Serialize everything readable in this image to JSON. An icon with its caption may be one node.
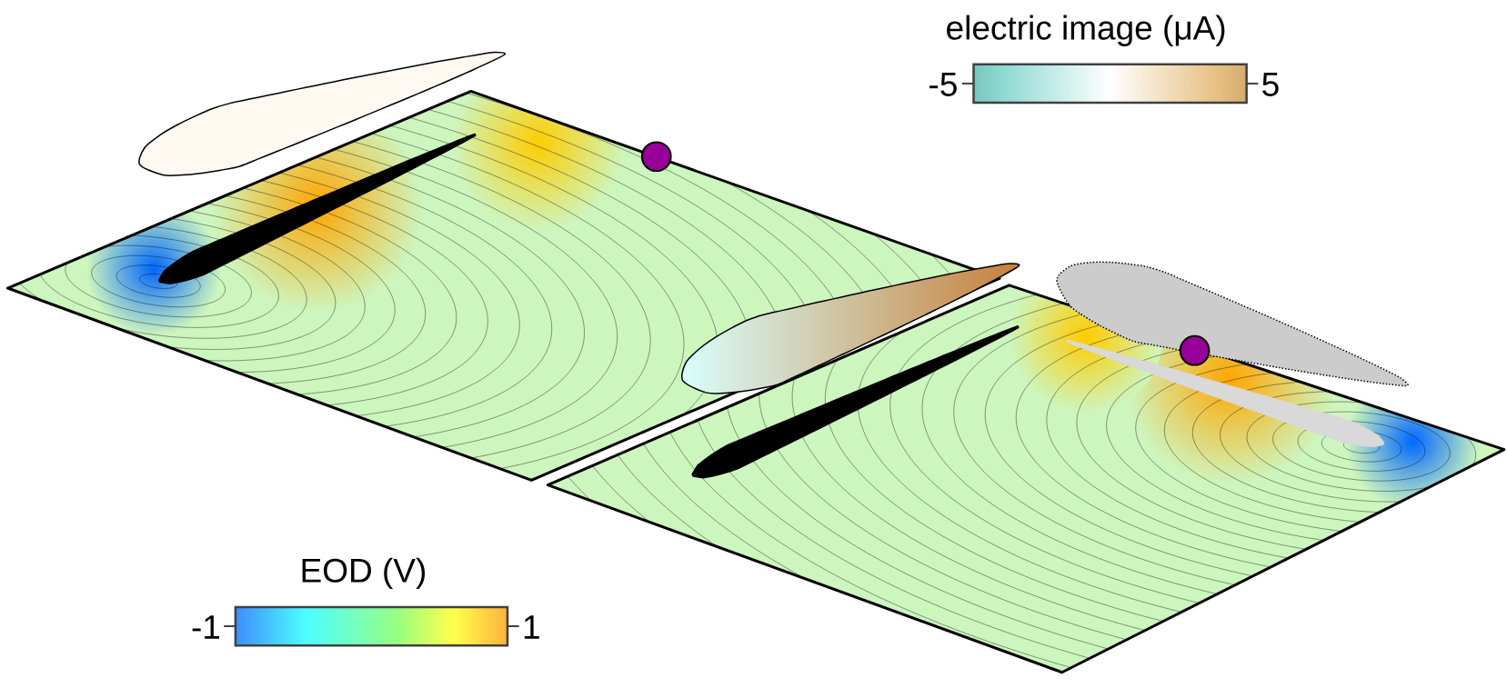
{
  "diagram": {
    "labels": [
      "electric image (μA)",
      "-5",
      "5",
      "EOD (V)",
      "-1",
      "1"
    ]
  }
}
